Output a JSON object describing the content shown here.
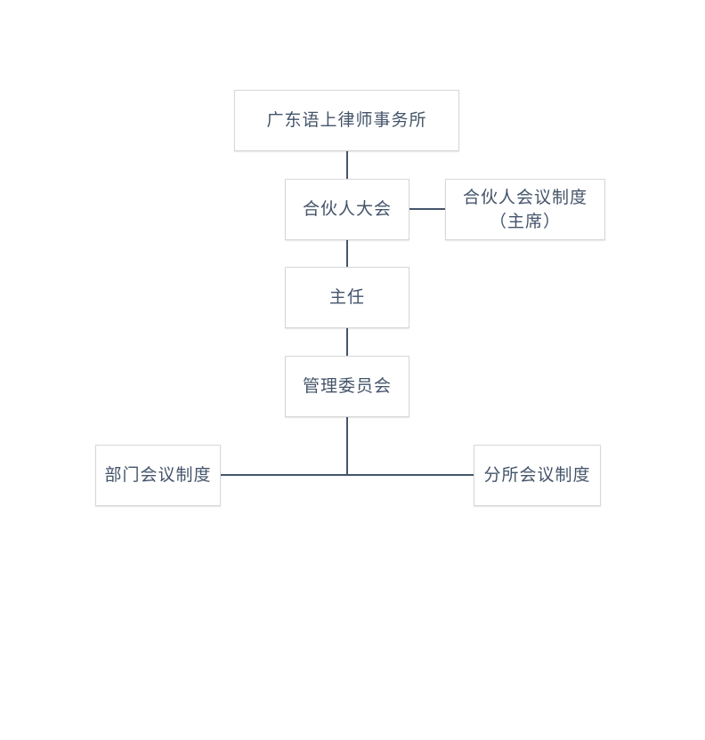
{
  "colors": {
    "background": "#ffffff",
    "connector": "#44546A",
    "box_border": "#d7d7d7",
    "box_fill": "#ffffff",
    "text": "#44546A"
  },
  "nodes": {
    "root": {
      "label": "广东语上律师事务所"
    },
    "partners_meeting": {
      "label": "合伙人大会"
    },
    "partner_meeting_system": {
      "line1": "合伙人会议制度",
      "line2": "（主席）"
    },
    "director": {
      "label": "主任"
    },
    "management_committee": {
      "label": "管理委员会"
    },
    "department_meeting_system": {
      "label": "部门会议制度"
    },
    "branch_meeting_system": {
      "label": "分所会议制度"
    }
  }
}
